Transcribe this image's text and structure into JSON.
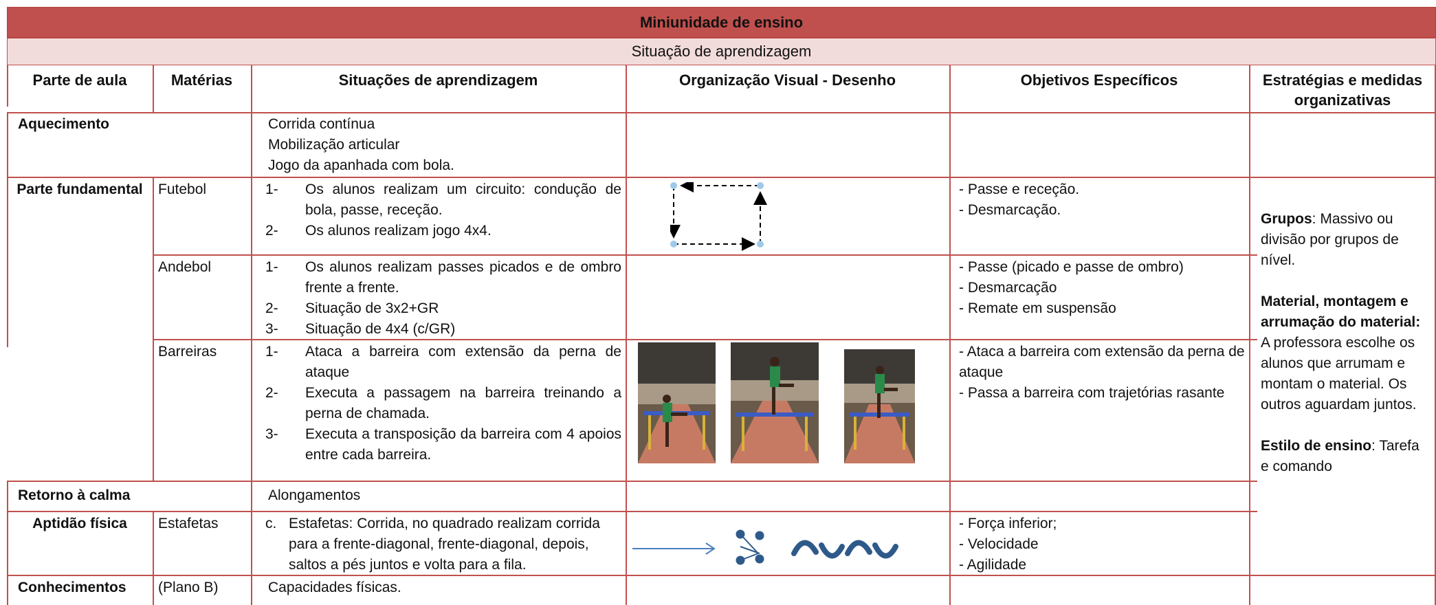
{
  "title": "Miniunidade de ensino",
  "subtitle": "Situação de aprendizagem",
  "headers": {
    "parte": "Parte de aula",
    "materias": "Matérias",
    "situacoes": "Situações de aprendizagem",
    "organizacao": "Organização Visual - Desenho",
    "objetivos": "Objetivos Específicos",
    "estrategias": "Estratégias e medidas organizativas"
  },
  "aquecimento": {
    "label": "Aquecimento",
    "items": [
      "Corrida contínua",
      "Mobilização articular",
      "Jogo da apanhada com bola."
    ]
  },
  "parte_fundamental": {
    "label": "Parte fundamental"
  },
  "futebol": {
    "materia": "Futebol",
    "steps": [
      {
        "n": "1-",
        "t": "Os alunos realizam um circuito: condução de bola, passe, receção."
      },
      {
        "n": "2-",
        "t": "Os alunos realizam jogo 4x4."
      }
    ],
    "objetivos": [
      "- Passe e receção.",
      "- Desmarcação."
    ]
  },
  "andebol": {
    "materia": "Andebol",
    "steps": [
      {
        "n": "1-",
        "t": "Os alunos realizam passes picados e de ombro frente a frente."
      },
      {
        "n": "2-",
        "t": "Situação de 3x2+GR"
      },
      {
        "n": "3-",
        "t": "Situação de 4x4 (c/GR)"
      }
    ],
    "objetivos": [
      "- Passe (picado e passe de ombro)",
      "- Desmarcação",
      "- Remate em suspensão"
    ]
  },
  "barreiras": {
    "materia": "Barreiras",
    "steps": [
      {
        "n": "1-",
        "t": "Ataca a barreira com extensão da perna de ataque"
      },
      {
        "n": "2-",
        "t": "Executa a passagem na barreira treinando a perna de chamada."
      },
      {
        "n": "3-",
        "t": "Executa a transposição da barreira com 4 apoios entre cada barreira."
      }
    ],
    "objetivos": [
      "- Ataca a barreira com extensão da perna de ataque",
      "- Passa a barreira com trajetórias rasante"
    ]
  },
  "retorno": {
    "label": "Retorno à calma",
    "item": "Alongamentos"
  },
  "aptidao": {
    "label": "Aptidão física",
    "materia": "Estafetas",
    "step": {
      "n": "c.",
      "t": "Estafetas: Corrida, no quadrado realizam corrida para a frente-diagonal, frente-diagonal, depois, saltos a pés juntos e volta para a fila."
    },
    "objetivos": [
      "- Força inferior;",
      "- Velocidade",
      "- Agilidade"
    ]
  },
  "conhecimentos": {
    "label": "Conhecimentos",
    "materia": "(Plano B)",
    "item": "Capacidades físicas."
  },
  "estrategias": {
    "grupos_label": "Grupos",
    "grupos_text": ":  Massivo ou divisão por grupos de nível.",
    "material_label": "Material, montagem e arrumação do material:",
    "material_text": " A professora escolhe os alunos que arrumam e montam o material. Os outros aguardam juntos.",
    "estilo_label": "Estilo de ensino",
    "estilo_text": ": Tarefa e comando"
  },
  "colors": {
    "border": "#c0504d",
    "title_bg": "#c0504d",
    "subtitle_bg": "#f2dcdb",
    "diagram_blue": "#2e5a8a"
  }
}
